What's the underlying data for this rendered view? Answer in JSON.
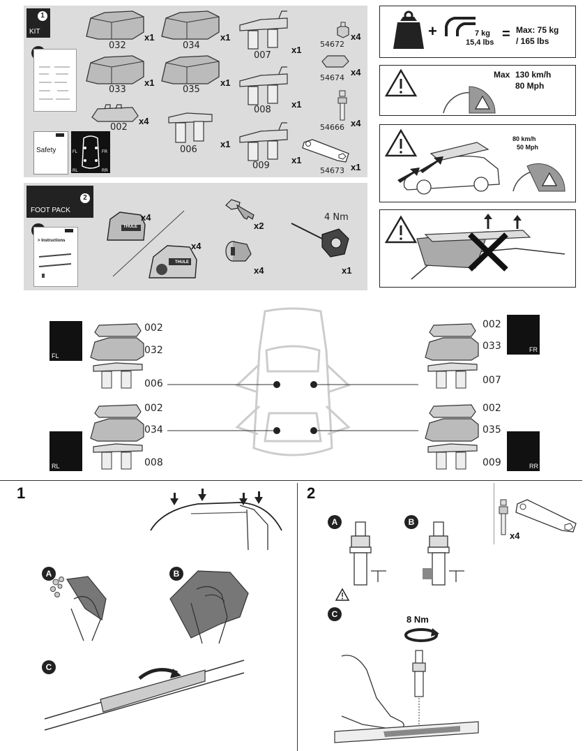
{
  "kit": {
    "title": "KIT",
    "badge": "1",
    "parts": [
      {
        "code": "032",
        "qty": "x1"
      },
      {
        "code": "034",
        "qty": "x1"
      },
      {
        "code": "033",
        "qty": "x1"
      },
      {
        "code": "035",
        "qty": "x1"
      },
      {
        "code": "002",
        "qty": "x4"
      },
      {
        "code": "006",
        "qty": "x1"
      },
      {
        "code": "007",
        "qty": "x1"
      },
      {
        "code": "008",
        "qty": "x1"
      },
      {
        "code": "009",
        "qty": "x1"
      },
      {
        "code": "54672",
        "qty": "x4"
      },
      {
        "code": "54674",
        "qty": "x4"
      },
      {
        "code": "54666",
        "qty": "x4"
      },
      {
        "code": "54673",
        "qty": "x1"
      }
    ],
    "booklet_badge": "1",
    "safety_label": "Safety",
    "positions": {
      "fl": "FL",
      "fr": "FR",
      "rl": "RL",
      "rr": "RR"
    }
  },
  "footpack": {
    "title": "FOOT PACK",
    "badge": "2",
    "booklet_badge": "2",
    "booklet_text": "> Instructions",
    "foot_qty_1": "x4",
    "foot_qty_2": "x4",
    "key_qty": "x2",
    "lock_qty": "x4",
    "tool_qty": "x1",
    "torque": "4 Nm",
    "brand": "THULE"
  },
  "warnings": {
    "load_weight": "7 kg",
    "load_lbs": "15,4 lbs",
    "max_load": "Max: 75 kg",
    "max_load_lbs": "/ 165 lbs",
    "max_speed_label": "Max",
    "max_speed_kmh": "130 km/h",
    "max_speed_mph": "80 Mph",
    "speed_kmh": "80 km/h",
    "speed_mph": "50 Mph"
  },
  "fitting": {
    "left_top": {
      "upper": "002",
      "mid": "032",
      "low": "006",
      "corner": "FL"
    },
    "left_bottom": {
      "upper": "002",
      "mid": "034",
      "low": "008",
      "corner": "RL"
    },
    "right_top": {
      "upper": "002",
      "mid": "033",
      "low": "007",
      "corner": "FR"
    },
    "right_bottom": {
      "upper": "002",
      "mid": "035",
      "low": "009",
      "corner": "RR"
    }
  },
  "step1": {
    "number": "1",
    "a": "A",
    "b": "B",
    "c": "C"
  },
  "step2": {
    "number": "2",
    "a": "A",
    "b": "B",
    "c": "C",
    "qty": "x4",
    "torque": "8 Nm"
  }
}
